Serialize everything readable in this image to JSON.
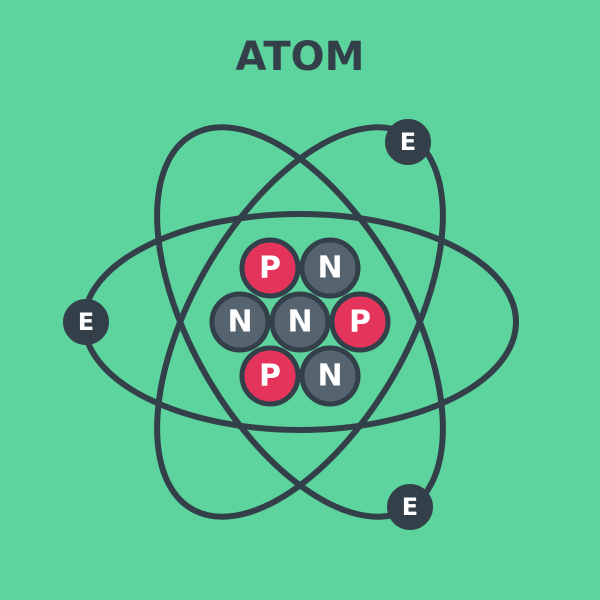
{
  "title": "ATOM",
  "colors": {
    "background": "#5dd39e",
    "outline": "#334049",
    "proton_fill": "#e5345c",
    "neutron_fill": "#55646f",
    "label": "#ffffff"
  },
  "nucleus": {
    "particles": [
      {
        "label": "P",
        "kind": "proton"
      },
      {
        "label": "N",
        "kind": "neutron"
      },
      {
        "label": "N",
        "kind": "neutron"
      },
      {
        "label": "N",
        "kind": "neutron"
      },
      {
        "label": "P",
        "kind": "proton"
      },
      {
        "label": "P",
        "kind": "proton"
      },
      {
        "label": "N",
        "kind": "neutron"
      }
    ]
  },
  "electrons": [
    {
      "label": "E"
    },
    {
      "label": "E"
    },
    {
      "label": "E"
    }
  ]
}
